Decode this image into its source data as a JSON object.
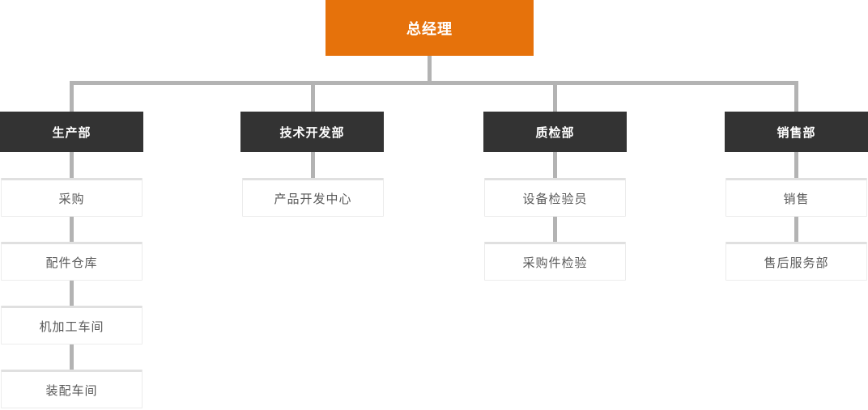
{
  "org_chart": {
    "root": {
      "label": "总经理"
    },
    "departments": [
      {
        "label": "生产部",
        "children": [
          {
            "label": "采购"
          },
          {
            "label": "配件仓库"
          },
          {
            "label": "机加工车间"
          },
          {
            "label": "装配车间"
          }
        ]
      },
      {
        "label": "技术开发部",
        "children": [
          {
            "label": "产品开发中心"
          }
        ]
      },
      {
        "label": "质检部",
        "children": [
          {
            "label": "设备检验员"
          },
          {
            "label": "采购件检验"
          }
        ]
      },
      {
        "label": "销售部",
        "children": [
          {
            "label": "销售"
          },
          {
            "label": "售后服务部"
          }
        ]
      }
    ],
    "colors": {
      "root_bg": "#e6720b",
      "dept_bg": "#333333",
      "child_bg": "#ffffff",
      "child_border": "#e0e0e0",
      "child_text": "#595959",
      "node_text_light": "#ffffff",
      "connector": "#b3b3b3"
    }
  }
}
